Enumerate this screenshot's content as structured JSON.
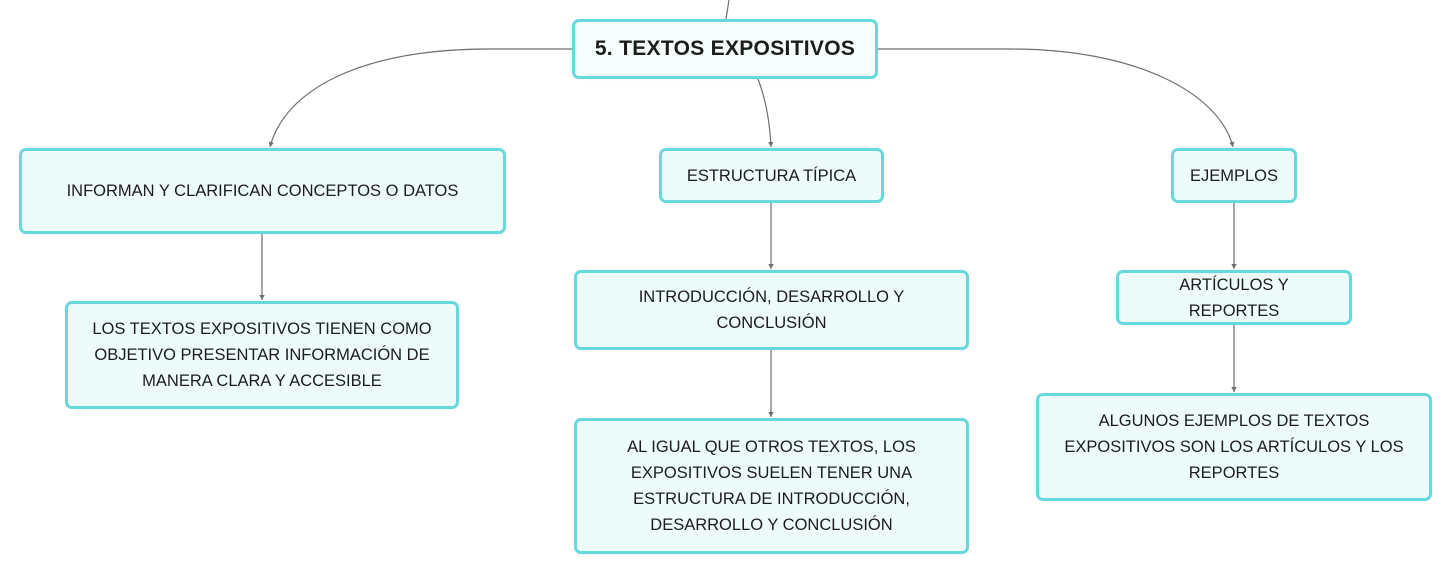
{
  "diagram": {
    "root": {
      "label": "5. TEXTOS EXPOSITIVOS"
    },
    "branches": {
      "left": {
        "label": "INFORMAN Y CLARIFICAN CONCEPTOS O DATOS",
        "child": {
          "label": "LOS TEXTOS EXPOSITIVOS TIENEN COMO OBJETIVO PRESENTAR INFORMACIÓN DE MANERA CLARA Y ACCESIBLE"
        }
      },
      "center": {
        "label": "ESTRUCTURA TÍPICA",
        "child": {
          "label": "INTRODUCCIÓN, DESARROLLO Y CONCLUSIÓN",
          "child": {
            "label": "AL IGUAL QUE OTROS TEXTOS, LOS EXPOSITIVOS SUELEN TENER UNA ESTRUCTURA DE INTRODUCCIÓN, DESARROLLO Y CONCLUSIÓN"
          }
        }
      },
      "right": {
        "label": "EJEMPLOS",
        "child": {
          "label": "ARTÍCULOS Y REPORTES",
          "child": {
            "label": "ALGUNOS EJEMPLOS DE TEXTOS EXPOSITIVOS SON LOS ARTÍCULOS Y LOS REPORTES"
          }
        }
      }
    },
    "colors": {
      "node_border": "#67d8dc",
      "node_fill": "#eefbfb",
      "connector": "#6f6f6f",
      "text": "#1c1c1c"
    }
  }
}
